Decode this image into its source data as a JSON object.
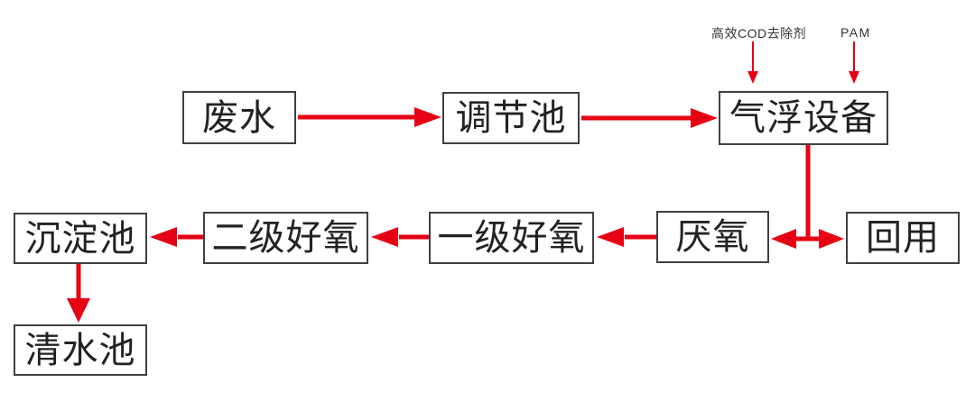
{
  "diagram": {
    "type": "flowchart",
    "language": "zh-CN",
    "subject": "wastewater-treatment-process",
    "colors": {
      "arrow": "#e60014",
      "box_border": "#404040",
      "box_fill": "#ffffff",
      "text": "#222222",
      "background": "#ffffff"
    },
    "nodes": {
      "wastewater": {
        "label": "废水"
      },
      "regulating": {
        "label": "调节池"
      },
      "airflotation": {
        "label": "气浮设备"
      },
      "sedimentation": {
        "label": "沉淀池"
      },
      "secondary": {
        "label": "二级好氧"
      },
      "primary": {
        "label": "一级好氧"
      },
      "anaerobic": {
        "label": "厌氧"
      },
      "reuse": {
        "label": "回用"
      },
      "cleanwater": {
        "label": "清水池"
      }
    },
    "annotations": {
      "cod_remover": {
        "label": "高效COD去除剂"
      },
      "pam": {
        "label": "PAM"
      }
    },
    "edges": [
      {
        "from": "wastewater",
        "to": "regulating"
      },
      {
        "from": "regulating",
        "to": "airflotation"
      },
      {
        "from": "cod_remover",
        "to": "airflotation",
        "style": "thin-dosing"
      },
      {
        "from": "pam",
        "to": "airflotation",
        "style": "thin-dosing"
      },
      {
        "from": "airflotation",
        "to": "anaerobic"
      },
      {
        "from": "airflotation",
        "to": "reuse"
      },
      {
        "from": "anaerobic",
        "to": "primary"
      },
      {
        "from": "primary",
        "to": "secondary"
      },
      {
        "from": "secondary",
        "to": "sedimentation"
      },
      {
        "from": "sedimentation",
        "to": "cleanwater"
      }
    ]
  }
}
